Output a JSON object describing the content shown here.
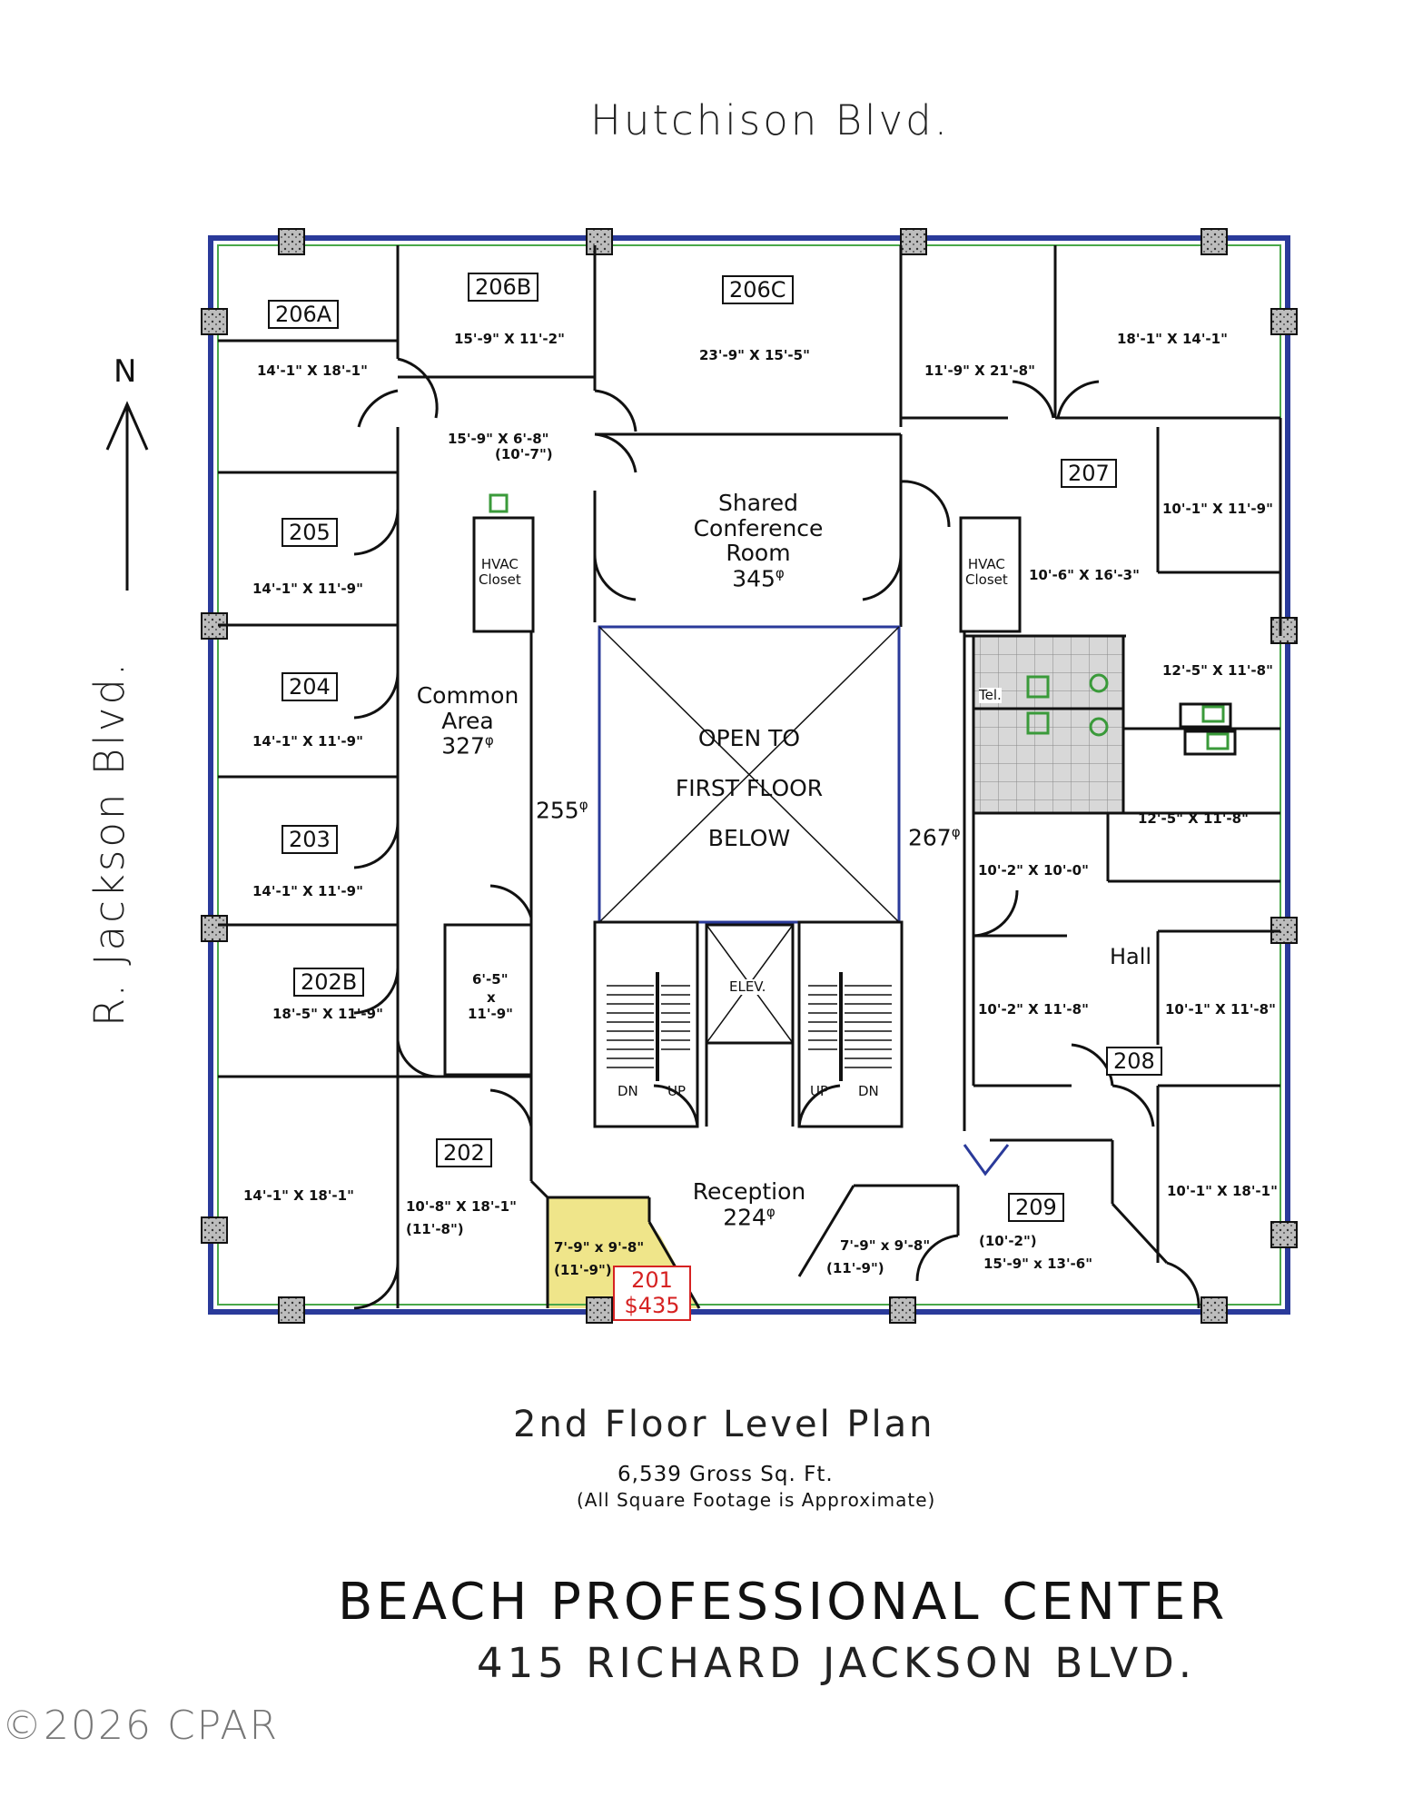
{
  "streets": {
    "north": "Hutchison Blvd.",
    "west": "R. Jackson Blvd."
  },
  "compass": {
    "letter": "N"
  },
  "units": {
    "u206a": {
      "label": "206A",
      "dims": "14'-1\" X 18'-1\""
    },
    "u206b": {
      "label": "206B",
      "dims": "15'-9\" X 11'-2\""
    },
    "u206c": {
      "label": "206C",
      "dims": "23'-9\" X 15'-5\""
    },
    "u205": {
      "label": "205",
      "dims": "14'-1\" X 11'-9\""
    },
    "u204": {
      "label": "204",
      "dims": "14'-1\" X 11'-9\""
    },
    "u203": {
      "label": "203",
      "dims": "14'-1\" X 11'-9\""
    },
    "u202b": {
      "label": "202B",
      "dims": "18'-5\" X 11'-9\""
    },
    "u202": {
      "label": "202",
      "dims": "10'-8\" X 18'-1\"",
      "dims2": "(11'-8\")",
      "dims_left": "14'-1\" X 18'-1\""
    },
    "u201": {
      "label": "201",
      "price": "$435",
      "dims": "7'-9\" x 9'-8\"",
      "dims2": "(11'-9\")"
    },
    "u207": {
      "label": "207"
    },
    "u208": {
      "label": "208"
    },
    "u209": {
      "label": "209",
      "dims": "15'-9\" x 13'-6\"",
      "dims2": "(10'-2\")"
    }
  },
  "rooms": {
    "conference": {
      "l1": "Shared",
      "l2": "Conference",
      "l3": "Room",
      "sf": "345"
    },
    "common": {
      "l1": "Common",
      "l2": "Area",
      "sf": "327"
    },
    "reception": {
      "l1": "Reception",
      "sf": "224"
    },
    "open": {
      "l1": "OPEN TO",
      "l2": "FIRST FLOOR",
      "l3": "BELOW"
    },
    "hall": "Hall",
    "hvac_l1": "HVAC",
    "hvac_l2": "Closet",
    "tel": "Tel.",
    "elev": "ELEV.",
    "dn": "DN",
    "up": "UP",
    "corridor_w": "255",
    "corridor_e": "267",
    "sf_symbol": "φ"
  },
  "dims": {
    "hall_n": "15'-9\" X 6'-8\"",
    "hall_n2": "(10'-7\")",
    "ne_a": "11'-9\" X 21'-8\"",
    "ne_b": "18'-1\" X 14'-1\"",
    "e_a": "10'-1\" X 11'-9\"",
    "e_b": "10'-6\" X 16'-3\"",
    "e_c": "12'-5\" X 11'-8\"",
    "e_d": "12'-5\" X 11'-8\"",
    "e_e": "10'-2\" X 10'-0\"",
    "e_f": "10'-2\" X 11'-8\"",
    "e_g": "10'-1\" X 11'-8\"",
    "e_h": "10'-1\" X 18'-1\"",
    "closet_a": "6'-5\"",
    "closet_x": "x",
    "closet_b": "11'-9\"",
    "s_b": "7'-9\" x 9'-8\"",
    "s_b2": "(11'-9\")"
  },
  "footer": {
    "plan_title": "2nd Floor Level Plan",
    "gross": "6,539 Gross Sq. Ft.",
    "approx": "(All Square Footage is Approximate)",
    "building": "BEACH PROFESSIONAL CENTER",
    "address": "415 RICHARD JACKSON BLVD.",
    "copyright": "©2026 CPAR"
  },
  "colors": {
    "wall": "#111111",
    "glass": "#2a3a9a",
    "inner_line": "#4aa84a",
    "highlight": "#efe58a",
    "price": "#d62222",
    "tile": "#d8d8d8"
  }
}
